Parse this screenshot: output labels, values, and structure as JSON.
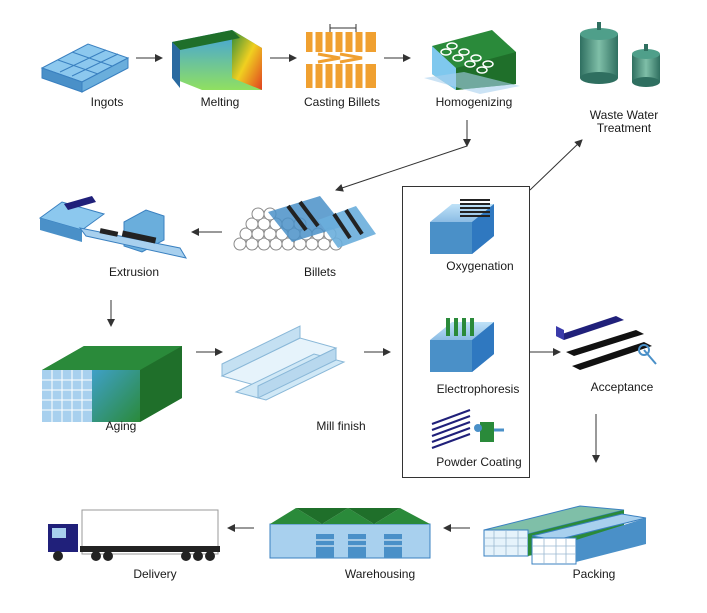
{
  "steps": {
    "ingots": "Ingots",
    "melting": "Melting",
    "casting": "Casting Billets",
    "homogenizing": "Homogenizing",
    "waste_line1": "Waste Water",
    "waste_line2": "Treatment",
    "billets": "Billets",
    "extrusion": "Extrusion",
    "oxygenation": "Oxygenation",
    "aging": "Aging",
    "mill_finish": "Mill finish",
    "electrophoresis": "Electrophoresis",
    "acceptance": "Acceptance",
    "powder_coating": "Powder Coating",
    "delivery": "Delivery",
    "warehousing": "Warehousing",
    "packing": "Packing"
  },
  "colors": {
    "blue": "#4a90c8",
    "light_blue": "#a8d0ee",
    "green": "#2e8b3a",
    "orange": "#f0a030",
    "navy": "#20207a",
    "arrow": "#333333"
  },
  "icons": [
    "ingots-icon",
    "melting-furnace-icon",
    "casting-billets-icon",
    "homogenizing-oven-icon",
    "water-tanks-icon",
    "billets-stack-icon",
    "extrusion-press-icon",
    "oxygenation-tank-icon",
    "aging-oven-icon",
    "mill-finish-profiles-icon",
    "electrophoresis-tank-icon",
    "acceptance-profiles-icon",
    "powder-coating-icon",
    "delivery-truck-icon",
    "warehouse-icon",
    "packing-bundles-icon"
  ]
}
